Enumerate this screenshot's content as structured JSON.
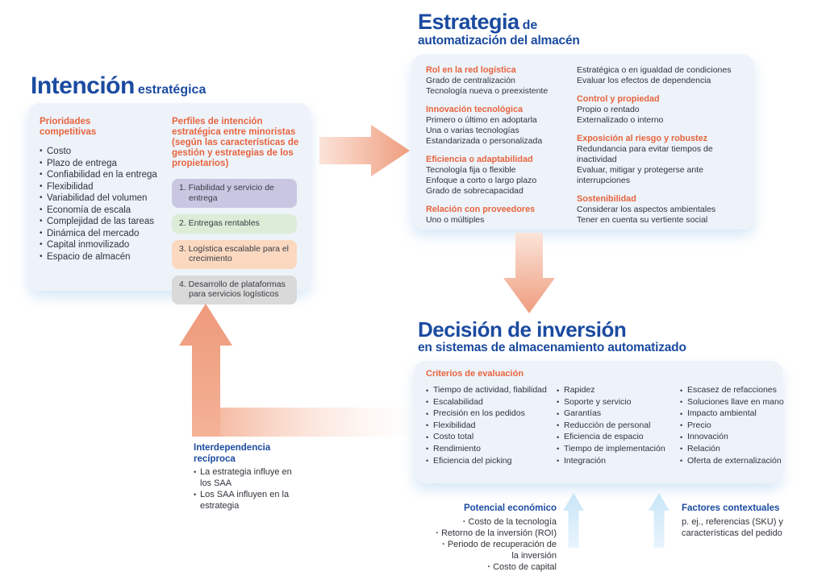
{
  "colors": {
    "title_blue": "#1b4ba0",
    "accent_orange": "#e8643f",
    "panel_bg": "#edf3f9",
    "arrow_peach_dark": "#ef9d7f",
    "arrow_peach_light": "#fbe4d9",
    "arrow_blue": "#c8e6f8"
  },
  "intencion": {
    "title": "Intención",
    "title_suffix": "estratégica",
    "priorities": {
      "header": "Prioridades competitivas",
      "items": [
        "Costo",
        "Plazo de entrega",
        "Confiabilidad en la entrega",
        "Flexibilidad",
        "Variabilidad del volumen",
        "Economía de escala",
        "Complejidad de las tareas",
        "Dinámica del mercado",
        "Capital inmovilizado",
        "Espacio de almacén"
      ]
    },
    "profiles": {
      "header": "Perfiles de intención estratégica entre minoristas (según las características de gestión y estrategias de los propietarios)",
      "items": [
        {
          "label": "1. Fiabilidad y servicio de entrega",
          "color": "#c9c6e2"
        },
        {
          "label": "2. Entregas rentables",
          "color": "#dcecd7"
        },
        {
          "label": "3. Logística escalable para el crecimiento",
          "color": "#fbd9c0"
        },
        {
          "label": "4. Desarrollo de plataformas para servicios logísticos",
          "color": "#d9d9d9"
        }
      ]
    }
  },
  "estrategia": {
    "title": "Estrategia",
    "title_suffix": "de",
    "subtitle": "automatización del almacén",
    "col1": [
      {
        "header": "Rol en la red logística",
        "items": [
          "Grado de centralización",
          "Tecnología nueva o preexistente"
        ]
      },
      {
        "header": "Innovación tecnológica",
        "items": [
          "Primero o último en adoptarla",
          "Una o varias tecnologías",
          "Estandarizada o personalizada"
        ]
      },
      {
        "header": "Eficiencia o adaptabilidad",
        "items": [
          "Tecnología fija o flexible",
          "Enfoque a corto o largo plazo",
          "Grado de sobrecapacidad"
        ]
      },
      {
        "header": "Relación con proveedores",
        "items": [
          "Uno o múltiples"
        ]
      }
    ],
    "col2": [
      {
        "header": "",
        "items": [
          "Estratégica o en igualdad de condiciones",
          "Evaluar los efectos de dependencia"
        ]
      },
      {
        "header": "Control y propiedad",
        "items": [
          "Propio o rentado",
          "Externalizado o interno"
        ]
      },
      {
        "header": "Exposición al riesgo y robustez",
        "items": [
          "Redundancia para evitar tiempos de inactividad",
          "Evaluar, mitigar y protegerse ante interrupciones"
        ]
      },
      {
        "header": "Sostenibilidad",
        "items": [
          "Considerar los aspectos ambientales",
          "Tener en cuenta su vertiente social"
        ]
      }
    ]
  },
  "decision": {
    "title": "Decisión de inversión",
    "subtitle": "en sistemas de almacenamiento automatizado",
    "criteria_header": "Criterios de evaluación",
    "col1": [
      "Tiempo de actividad, fiabilidad",
      "Escalabilidad",
      "Precisión en los pedidos",
      "Flexibilidad",
      "Costo total",
      "Rendimiento",
      "Eficiencia del picking"
    ],
    "col2": [
      "Rapidez",
      "Soporte y servicio",
      "Garantías",
      "Reducción de personal",
      "Eficiencia de espacio",
      "Tiempo de implementación",
      "Integración"
    ],
    "col3": [
      "Escasez de refacciones",
      "Soluciones llave en mano",
      "Impacto ambiental",
      "Precio",
      "Innovación",
      "Relación",
      "Oferta de externalización"
    ]
  },
  "interdependencia": {
    "header": "Interdependencia recíproca",
    "items": [
      "La estrategia influye en los SAA",
      "Los SAA influyen en la estrategia"
    ]
  },
  "potencial": {
    "header": "Potencial económico",
    "items": [
      "Costo de la tecnología",
      "Retorno de la inversión (ROI)",
      "Periodo de recuperación de la inversión",
      "Costo de capital"
    ]
  },
  "factores": {
    "header": "Factores contextuales",
    "body": "p. ej., referencias (SKU) y características del pedido"
  }
}
